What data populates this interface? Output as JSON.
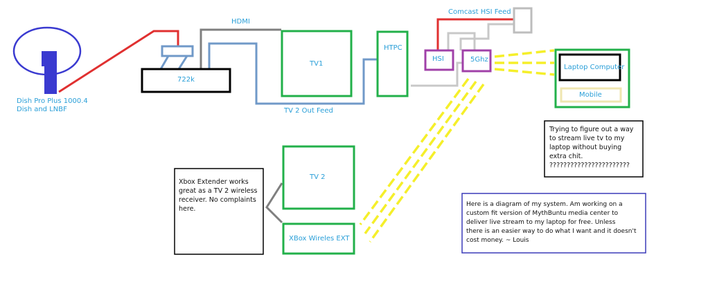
{
  "labels": {
    "dish_line1": "Dish Pro Plus 1000.4",
    "dish_line2": "Dish and LNBF",
    "hdmi": "HDMI",
    "receiver": "722k",
    "tv1": "TV1",
    "htpc": "HTPC",
    "comcast": "Comcast HSI Feed",
    "hsi": "HSI",
    "router_5ghz": "5Ghz",
    "laptop": "Laptop Computer",
    "mobile": "Mobile",
    "tv2_out": "TV 2 Out Feed",
    "tv2": "TV 2",
    "xbox_ext": "XBox Wireles EXT"
  },
  "notes": {
    "top_right_lines": [
      "Trying to figure out a way",
      "to stream live tv to my",
      "laptop without buying",
      "extra chit.",
      "???????????????????????"
    ],
    "xbox_lines": [
      "Xbox Extender works",
      "great as a TV 2 wireless",
      "receiver.  No complaints",
      "here."
    ],
    "system_lines": [
      "Here is a diagram of my system.  Am working on a",
      "custom fit version of MythBuntu media center to",
      "deliver live stream to my laptop for free.  Unless",
      "there is an easier way to do what I want and it doesn't",
      "cost money.  ~ Louis"
    ]
  },
  "colors": {
    "label_blue": "#2a9fd8",
    "dish_blue": "#3a3ad0",
    "green_box": "#22b04a",
    "purple_box": "#a040a8",
    "coax_red": "#e03030",
    "cable_blue": "#7099c8",
    "hdmi_gray": "#7f7f7f",
    "wire_light_gray": "#c8c8c8",
    "wireless_yellow": "#f5ef2a",
    "note_border_blue": "#3a3ab8",
    "mobile_border": "#efe6b0"
  }
}
